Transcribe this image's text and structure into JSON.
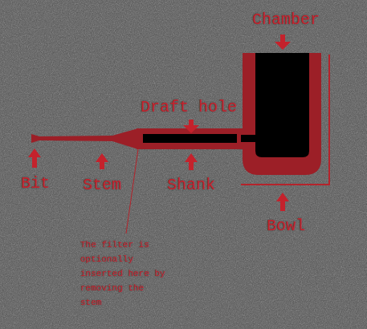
{
  "diagram": {
    "labels": [
      "Chamber",
      "Draft hole",
      "Bit",
      "Stem",
      "Shank",
      "Bowl",
      "The filter is optionally inserted here by removing the stem"
    ]
  }
}
